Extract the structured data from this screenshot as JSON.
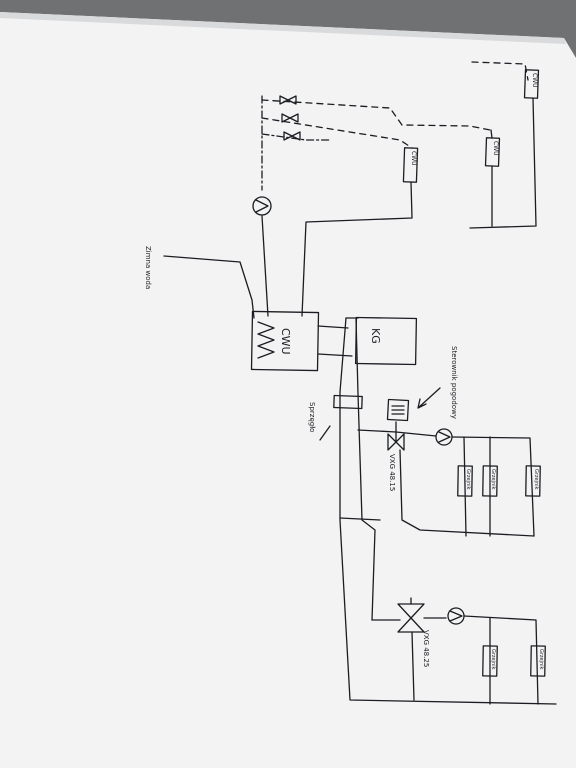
{
  "labels": {
    "boiler_box": "CWU",
    "kg_box": "KG",
    "zimna_woda": "Zimna woda",
    "sprzeglo": "Sprzęgło",
    "sterownik_pogodowy": "Sterownik pogodowy",
    "valve_1": "VXG 48.15",
    "valve_2": "VXG 48.25",
    "radiator_label": "Grzejnik",
    "cwu_point": "CWU"
  },
  "colors": {
    "paper": "#f3f3f4",
    "ink": "#1b1d22",
    "background": "#6f7173"
  },
  "icons": [
    "pump-icon",
    "valve-icon",
    "three-way-valve-icon",
    "thermostat-icon",
    "coil-icon"
  ]
}
